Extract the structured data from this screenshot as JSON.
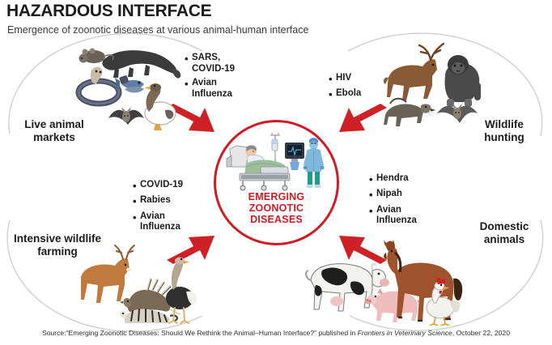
{
  "header": {
    "title": "HAZARDOUS INTERFACE",
    "subtitle": "Emergence of zoonotic diseases at various animal-human interface"
  },
  "center": {
    "label_line1": "EMERGING",
    "label_line2": "ZOONOTIC",
    "label_line3": "DISEASES",
    "scene": "hospital-patient-bed-with-doctor-in-ppe",
    "ring_color": "#d11a23",
    "text_color": "#d11a23"
  },
  "quadrants": [
    {
      "id": "live-animal-markets",
      "label_line1": "Live animal",
      "label_line2": "markets",
      "diseases": [
        "SARS,\nCOVID-19",
        "Avian\nInfluenza"
      ],
      "animals": [
        "civet",
        "rat",
        "snake",
        "fish",
        "bat",
        "goose"
      ]
    },
    {
      "id": "wildlife-hunting",
      "label_line1": "Wildlife",
      "label_line2": "hunting",
      "diseases": [
        "HIV",
        "Ebola"
      ],
      "animals": [
        "deer",
        "gorilla",
        "wild-boar",
        "bat"
      ]
    },
    {
      "id": "intensive-wildlife-farming",
      "label_line1": "Intensive wildlife",
      "label_line2": "farming",
      "diseases": [
        "COVID-19",
        "Rabies",
        "Avian\nInfluenza"
      ],
      "animals": [
        "deer",
        "porcupine",
        "civet",
        "ostrich"
      ]
    },
    {
      "id": "domestic-animals",
      "label_line1": "Domestic",
      "label_line2": "animals",
      "diseases": [
        "Hendra",
        "Nipah",
        "Avian\nInfluenza"
      ],
      "animals": [
        "cow",
        "pig",
        "horse",
        "chicken"
      ]
    }
  ],
  "arrows": {
    "color": "#cf2026",
    "count": 4,
    "direction": "inward-to-center"
  },
  "source": {
    "prefix": "Source:“Emerging Zoonotic Diseases: Should We Rethink the Animal–Human Interface?” published in ",
    "journal": "Frontiers in Veterinary Science",
    "suffix": ", October 22, 2020"
  }
}
